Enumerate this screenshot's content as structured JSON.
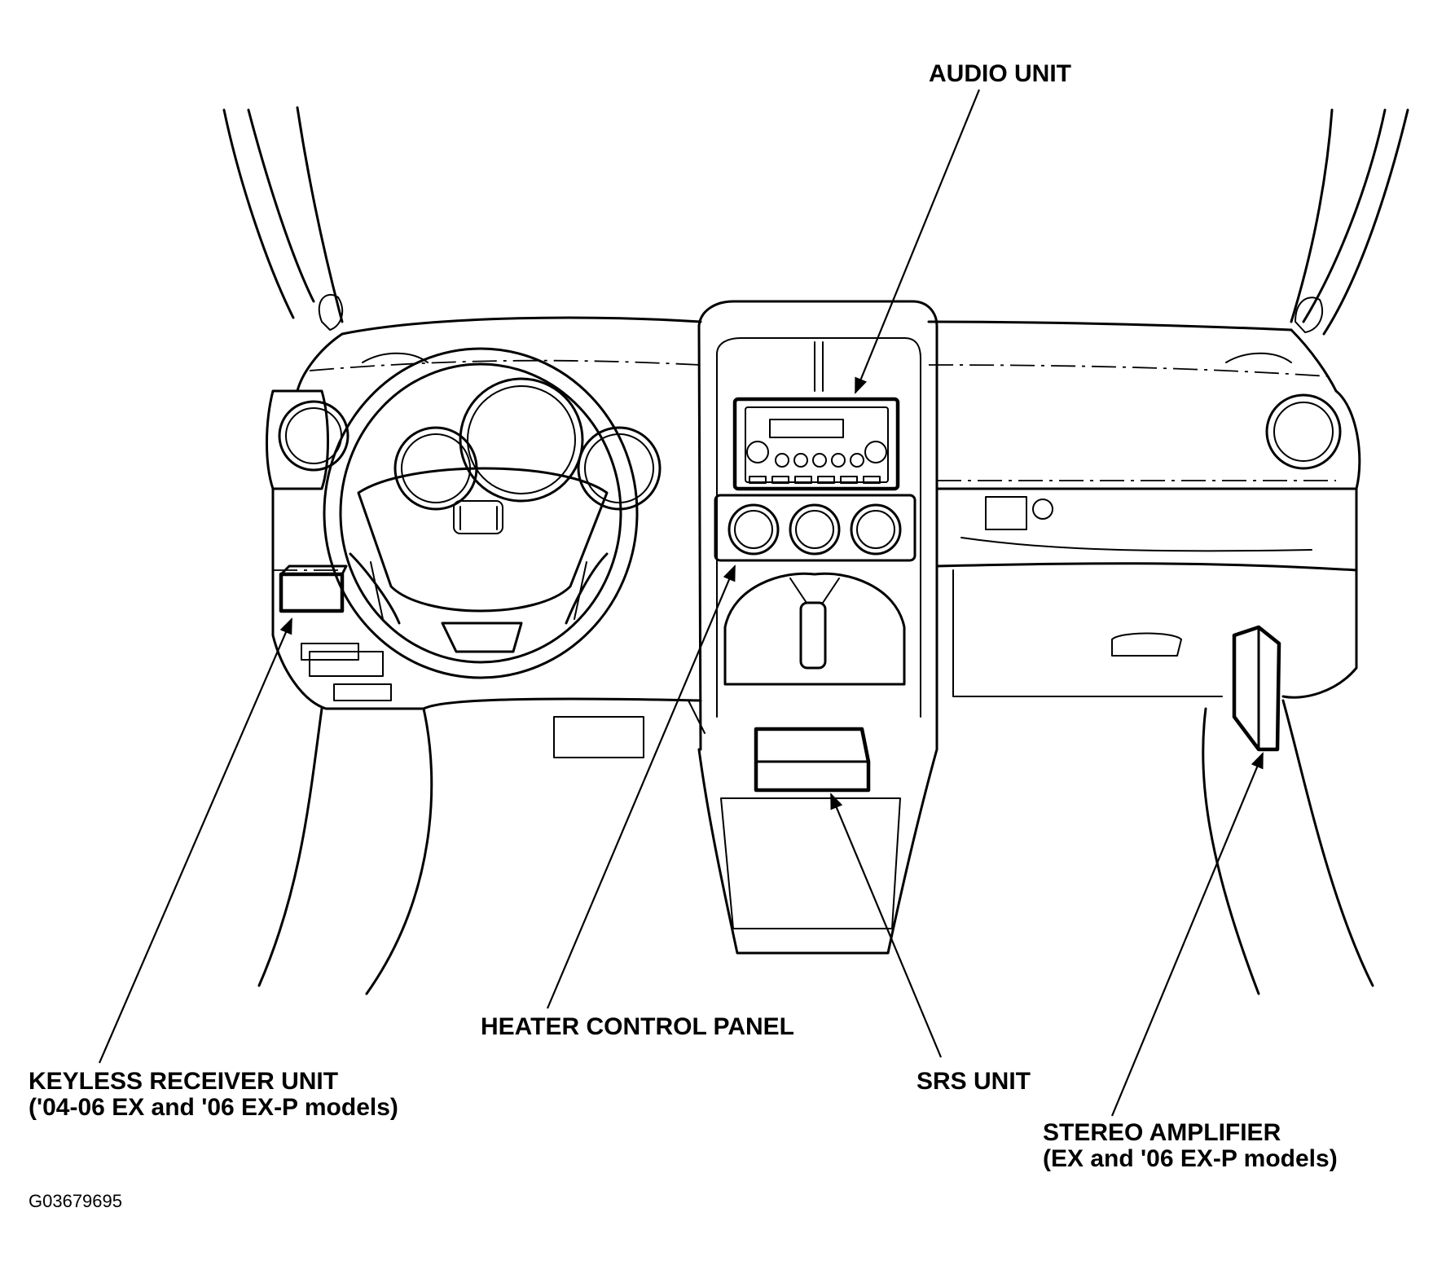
{
  "labels": {
    "audio_unit": "AUDIO UNIT",
    "heater_control_panel": "HEATER CONTROL PANEL",
    "keyless_line1": "KEYLESS RECEIVER UNIT",
    "keyless_line2": "('04-06 EX and '06 EX-P models)",
    "srs_unit": "SRS UNIT",
    "amp_line1": "STEREO AMPLIFIER",
    "amp_line2": "(EX and '06 EX-P models)",
    "figure_id": "G03679695"
  }
}
